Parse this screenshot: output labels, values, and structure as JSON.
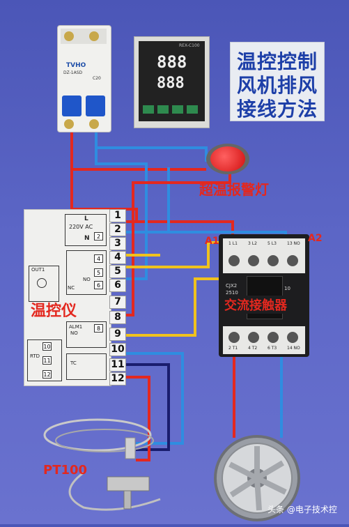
{
  "title": {
    "line1": "温控控制",
    "line2": "风机排风",
    "line3": "接线方法"
  },
  "breaker": {
    "brand": "TVHO",
    "model": "DZ-1ASD",
    "rating": "C20"
  },
  "temp_display": {
    "model": "REX-C100",
    "pv": "888",
    "sv": "888"
  },
  "alarm_lamp_label": "超温报警灯",
  "controller": {
    "label": "温控仪",
    "power_label": "220V AC",
    "live_marker": "L",
    "neutral_marker": "N",
    "out_label": "OUT1",
    "nc_label": "NC",
    "no_label": "NO",
    "alm_label": "ALM1",
    "alm_no": "NO",
    "rtd_label": "RTD",
    "tc_label": "TC",
    "inner_pins": [
      "2",
      "4",
      "5",
      "6",
      "8",
      "10",
      "11",
      "12"
    ],
    "terminals": [
      "1",
      "2",
      "3",
      "4",
      "5",
      "6",
      "7",
      "8",
      "9",
      "10",
      "11",
      "12"
    ]
  },
  "contactor": {
    "label": "交流接触器",
    "a1": "A1",
    "a2": "A2",
    "model": "CJX2",
    "model_sub": "2510",
    "rating": "10",
    "top_terms": [
      "1 L1",
      "3 L2",
      "5 L3",
      "13 NO"
    ],
    "bottom_terms": [
      "2 T1",
      "4 T2",
      "6 T3",
      "14 NO"
    ]
  },
  "sensor_label": "PT100",
  "watermark": "头条 @电子技术控",
  "colors": {
    "red": "#e3281f",
    "blue": "#2f8de0",
    "yellow": "#f0c21e",
    "navy": "#1a1d6e",
    "bg": "#5c66c6"
  }
}
